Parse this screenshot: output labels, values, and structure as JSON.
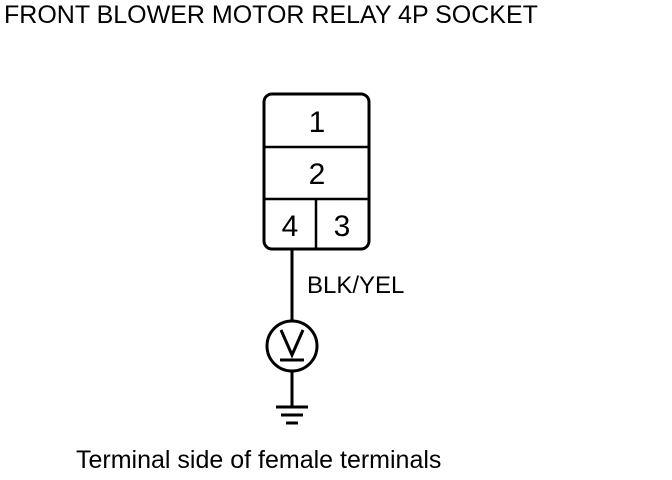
{
  "title": "FRONT BLOWER MOTOR RELAY 4P SOCKET",
  "connector": {
    "terminals": [
      "1",
      "2",
      "4",
      "3"
    ]
  },
  "wire": {
    "color_label": "BLK/YEL"
  },
  "meter": {
    "symbol": "V"
  },
  "caption": "Terminal side of female terminals",
  "colors": {
    "ink": "#000000",
    "background": "#ffffff"
  }
}
